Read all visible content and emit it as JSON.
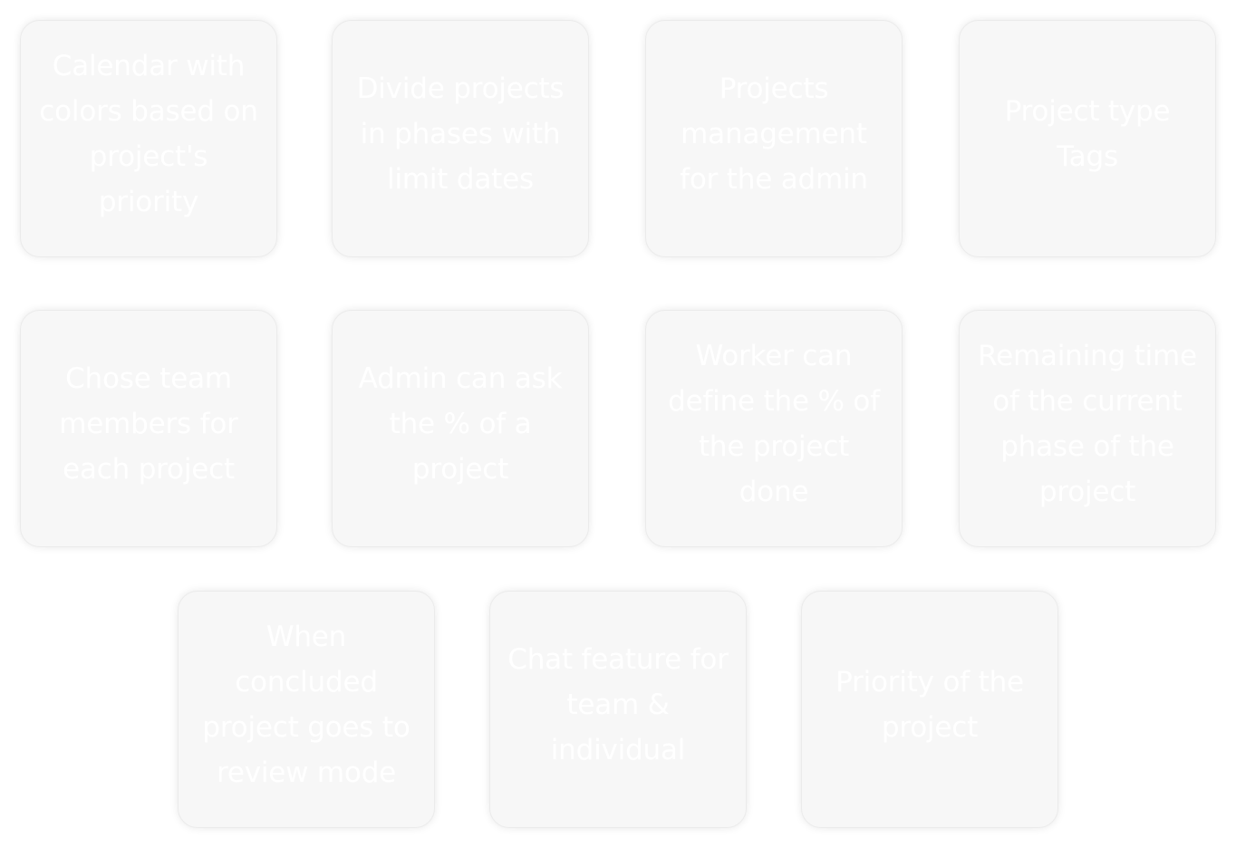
{
  "cards": [
    {
      "text": "Calendar with colors based on project's priority"
    },
    {
      "text": "Divide projects in phases with limit dates"
    },
    {
      "text": "Projects management for the admin"
    },
    {
      "text": "Project type Tags"
    },
    {
      "text": "Chose team members for each project"
    },
    {
      "text": "Admin can ask the % of a project"
    },
    {
      "text": "Worker can define the % of the project done"
    },
    {
      "text": "Remaining time of the current phase of the project"
    },
    {
      "text": "When concluded project goes to review mode"
    },
    {
      "text": "Chat feature for team & individual"
    },
    {
      "text": "Priority of the project"
    }
  ],
  "colors": {
    "card_background": "#f7f7f7",
    "card_text": "#ffffff",
    "page_background": "#ffffff"
  }
}
